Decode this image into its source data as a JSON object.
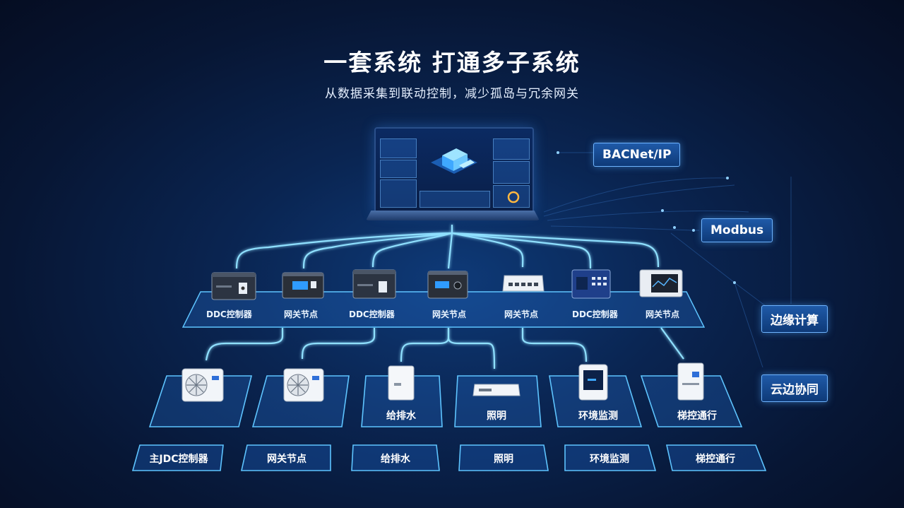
{
  "header": {
    "title": "一套系统 打通多子系统",
    "subtitle": "从数据采集到联动控制，减少孤岛与冗余网关"
  },
  "protocols": [
    "BACNet/IP",
    "Modbus",
    "边缘计算",
    "云边协同"
  ],
  "mid_devices": [
    {
      "label": "DDC控制器",
      "icon": "ddc-controller"
    },
    {
      "label": "网关节点",
      "icon": "gateway"
    },
    {
      "label": "DDC控制器",
      "icon": "ddc-controller"
    },
    {
      "label": "网关节点",
      "icon": "gateway"
    },
    {
      "label": "网关节点",
      "icon": "network-switch"
    },
    {
      "label": "DDC控制器",
      "icon": "control-panel"
    },
    {
      "label": "网关节点",
      "icon": "monitor-gateway"
    }
  ],
  "subsystems": [
    {
      "tile_label": "",
      "plate_label": "主JDC控制器",
      "icon": "ac-outdoor-unit"
    },
    {
      "tile_label": "",
      "plate_label": "网关节点",
      "icon": "ac-outdoor-unit"
    },
    {
      "tile_label": "给排水",
      "plate_label": "给排水",
      "icon": "water-tank"
    },
    {
      "tile_label": "照明",
      "plate_label": "照明",
      "icon": "lighting-module"
    },
    {
      "tile_label": "环境监测",
      "plate_label": "环境监测",
      "icon": "environment-sensor"
    },
    {
      "tile_label": "梯控通行",
      "plate_label": "梯控通行",
      "icon": "elevator-controller"
    }
  ],
  "colors": {
    "accent": "#4fc3ff",
    "glow": "#7fd8ff",
    "bg": "#071634"
  }
}
